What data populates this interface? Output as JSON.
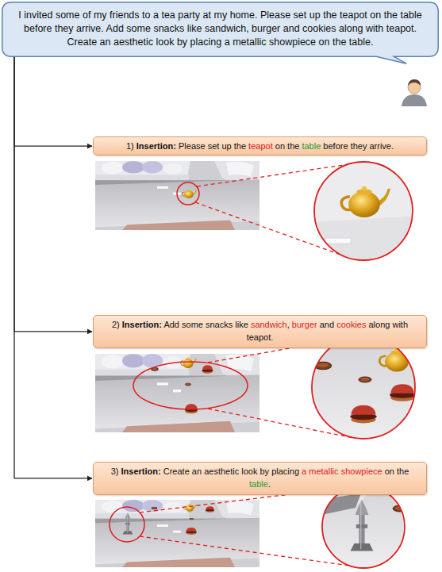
{
  "diagram": {
    "nodes": [
      {
        "text": [
          "I invited some of my friends to a tea party at my home. Please set up the teapot on the table before they arrive. Add some snacks like sandwich, burger and cookies along with teapot. Create an aesthetic look by placing a metallic showpiece on the table."
        ]
      },
      {
        "text": [
          "1) Insertion: Please set up the teapot on the table before they arrive."
        ]
      },
      {
        "text": [
          "2) Insertion: Add some snacks like sandwich, burger and cookies along with teapot."
        ]
      },
      {
        "text": [
          "3) Insertion: Create an aesthetic look by placing a metallic showpiece on the table."
        ]
      }
    ],
    "edges": [
      {
        "from": 0,
        "to": 1,
        "arrow": "to"
      },
      {
        "from": 0,
        "to": 2,
        "arrow": "to"
      },
      {
        "from": 0,
        "to": 3,
        "arrow": "to"
      }
    ]
  }
}
